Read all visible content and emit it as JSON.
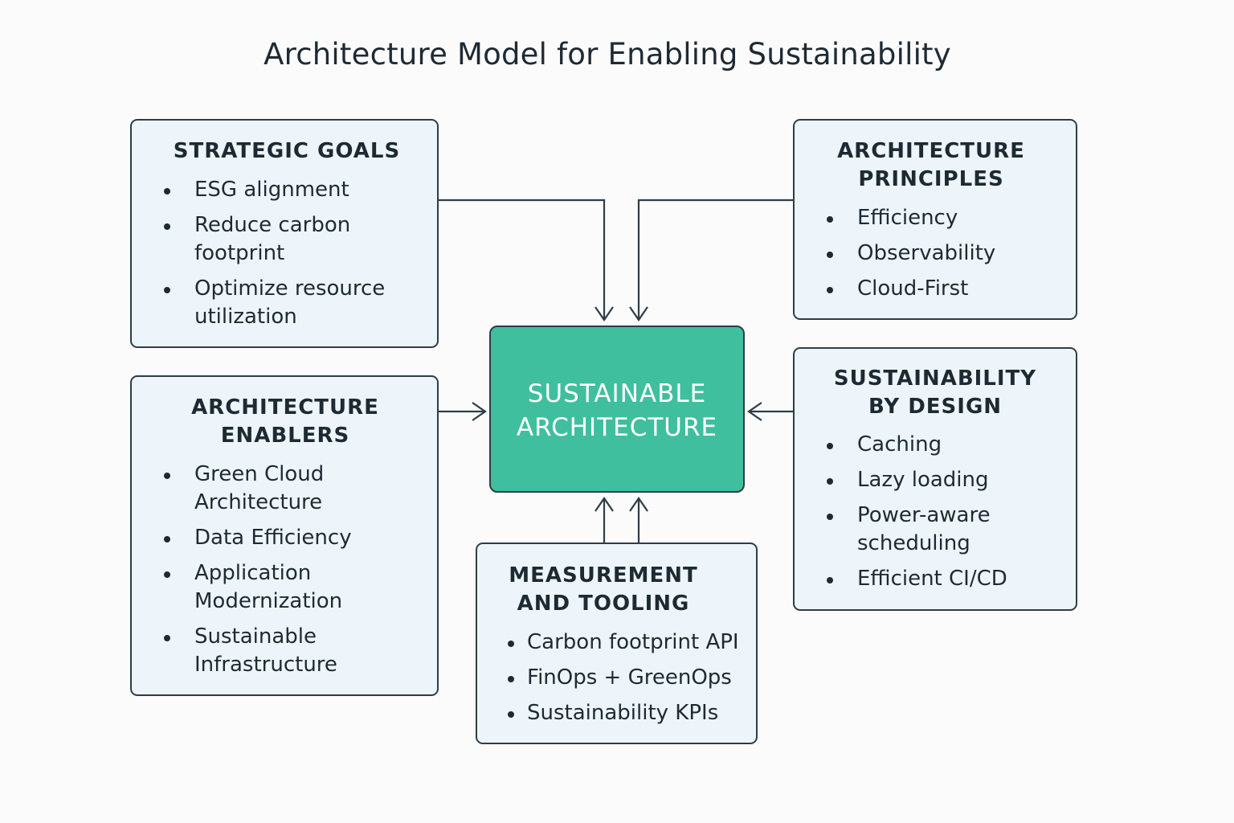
{
  "title": "Architecture Model for Enabling Sustainability",
  "center": {
    "line1": "SUSTAINABLE",
    "line2": "ARCHITECTURE"
  },
  "strategic_goals": {
    "title": "STRATEGIC GOALS",
    "items": [
      "ESG alignment",
      [
        "Reduce carbon",
        "footprint"
      ],
      [
        "Optimize resource",
        "utilization"
      ]
    ]
  },
  "architecture_principles": {
    "title_line1": "ARCHITECTURE",
    "title_line2": "PRINCIPLES",
    "items": [
      "Efficiency",
      "Observability",
      "Cloud-First"
    ]
  },
  "architecture_enablers": {
    "title_line1": "ARCHITECTURE",
    "title_line2": "ENABLERS",
    "items": [
      [
        "Green Cloud",
        "Architecture"
      ],
      "Data Efficiency",
      [
        "Application",
        "Modernization"
      ],
      [
        "Sustainable",
        "Infrastructure"
      ]
    ]
  },
  "sustainability_by_design": {
    "title_line1": "SUSTAINABILITY",
    "title_line2": "BY DESIGN",
    "items": [
      "Caching",
      "Lazy loading",
      [
        "Power-aware",
        "scheduling"
      ],
      "Efficient CI/CD"
    ]
  },
  "measurement_and_tooling": {
    "title_line1": "MEASUREMENT",
    "title_line2": "AND TOOLING",
    "items": [
      "Carbon footprint API",
      "FinOps + GreenOps",
      "Sustainability KPIs"
    ]
  },
  "colors": {
    "center_fill": "#3fbf9e",
    "box_fill": "#eef5fa",
    "border": "#2e3d47"
  }
}
